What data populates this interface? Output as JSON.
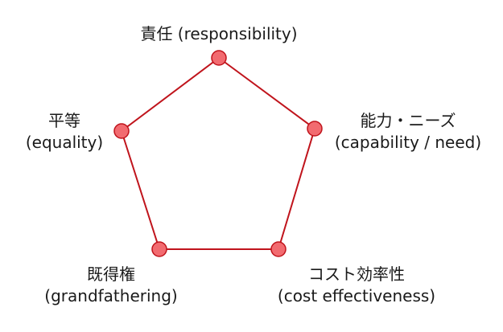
{
  "diagram": {
    "style": {
      "stroke_color": "#c0141c",
      "node_fill": "#f26b70",
      "node_stroke": "#c0141c"
    },
    "nodes": [
      {
        "id": "responsibility",
        "lines": [
          "責任 (responsibility)"
        ]
      },
      {
        "id": "capability-need",
        "lines": [
          "能力・ニーズ",
          "(capability / need)"
        ]
      },
      {
        "id": "cost-effectiveness",
        "lines": [
          "コスト効率性",
          "(cost effectiveness)"
        ]
      },
      {
        "id": "grandfathering",
        "lines": [
          "既得権",
          "(grandfathering)"
        ]
      },
      {
        "id": "equality",
        "lines": [
          "平等",
          "(equality)"
        ]
      }
    ]
  }
}
